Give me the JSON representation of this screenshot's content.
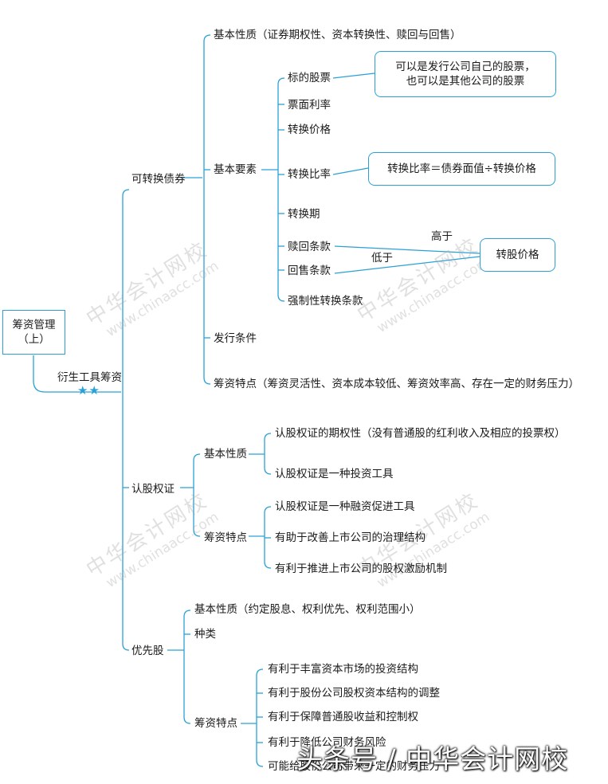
{
  "colors": {
    "line": "#2aa1d6",
    "text": "#1a1a1a"
  },
  "root": {
    "line1": "筹资管理",
    "line2": "（上）"
  },
  "branch": {
    "label": "衍生工具筹资",
    "stars": "★★"
  },
  "convertible": {
    "title": "可转换债券",
    "basic_nature": "基本性质（证券期权性、资本转换性、赎回与回售）",
    "elements_title": "基本要素",
    "elements": [
      "标的股票",
      "票面利率",
      "转换价格",
      "转换比率",
      "转换期",
      "赎回条款",
      "回售条款",
      "强制性转换条款"
    ],
    "underlying_note_1": "可以是发行公司自己的股票，",
    "underlying_note_2": "也可以是其他公司的股票",
    "ratio_note": "转换比率＝债券面值÷转换价格",
    "conversion_price_box": "转股价格",
    "higher_label": "高于",
    "lower_label": "低于",
    "issue_conditions": "发行条件",
    "features": "筹资特点（筹资灵活性、资本成本较低、筹资效率高、存在一定的财务压力）"
  },
  "warrant": {
    "title": "认股权证",
    "basic_nature_title": "基本性质",
    "basic_nature_items": [
      "认股权证的期权性（没有普通股的红利收入及相应的投票权）",
      "认股权证是一种投资工具"
    ],
    "features_title": "筹资特点",
    "features_items": [
      "认股权证是一种融资促进工具",
      "有助于改善上市公司的治理结构",
      "有利于推进上市公司的股权激励机制"
    ]
  },
  "preferred": {
    "title": "优先股",
    "basic_nature": "基本性质（约定股息、权利优先、权利范围小）",
    "types": "种类",
    "features_title": "筹资特点",
    "features_items": [
      "有利于丰富资本市场的投资结构",
      "有利于股份公司股权资本结构的调整",
      "有利于保障普通股收益和控制权",
      "有利于降低公司财务风险",
      "可能给股份公司带来一定的财务压力"
    ]
  },
  "watermark": {
    "cn": "中华会计网校",
    "en": "www.chinaacc.com"
  },
  "footer": "头条号 / 中华会计网校"
}
